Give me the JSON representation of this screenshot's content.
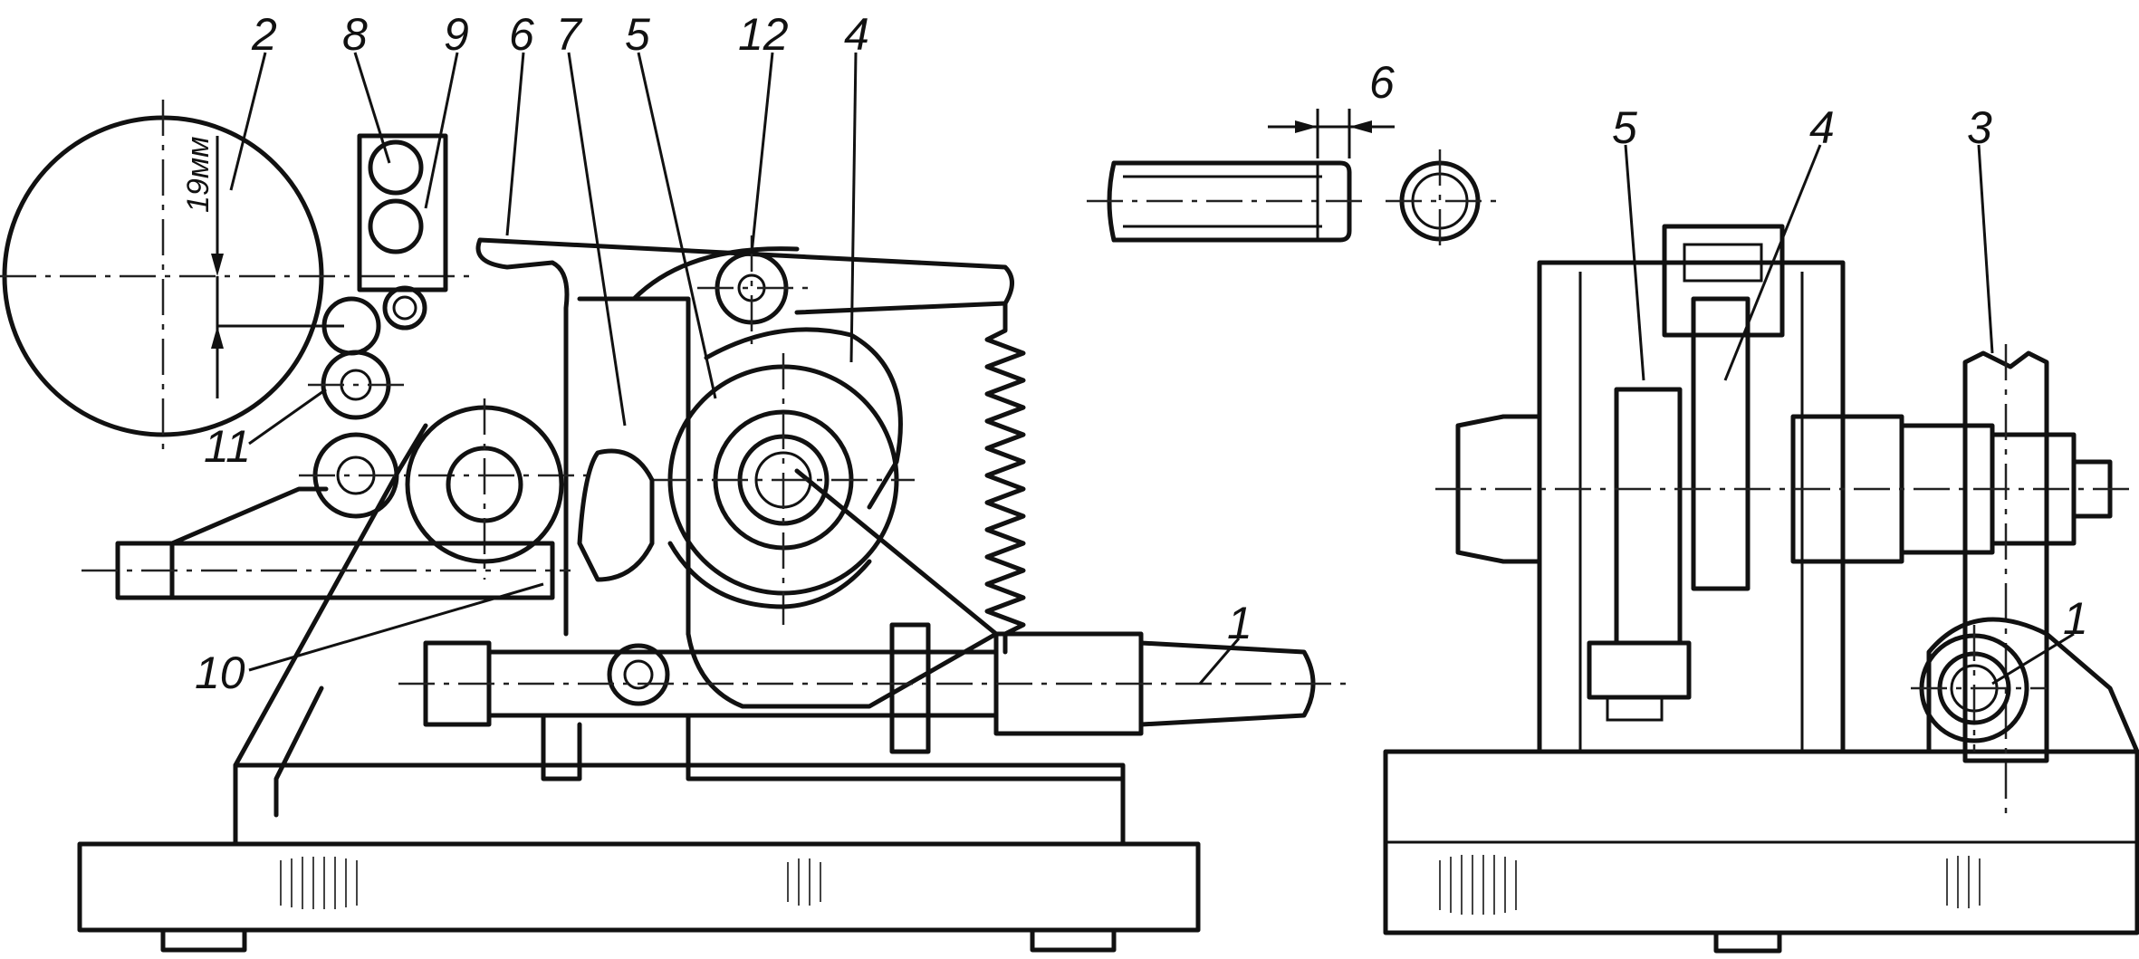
{
  "figure": {
    "side_view_labels": [
      "2",
      "8",
      "9",
      "6",
      "7",
      "5",
      "12",
      "4",
      "11",
      "10",
      "1"
    ],
    "detail_labels": [
      "6"
    ],
    "end_view_labels": [
      "5",
      "4",
      "3",
      "1"
    ],
    "dimension_text": "19мм"
  },
  "colors": {
    "line": "#111111",
    "background": "#ffffff"
  }
}
